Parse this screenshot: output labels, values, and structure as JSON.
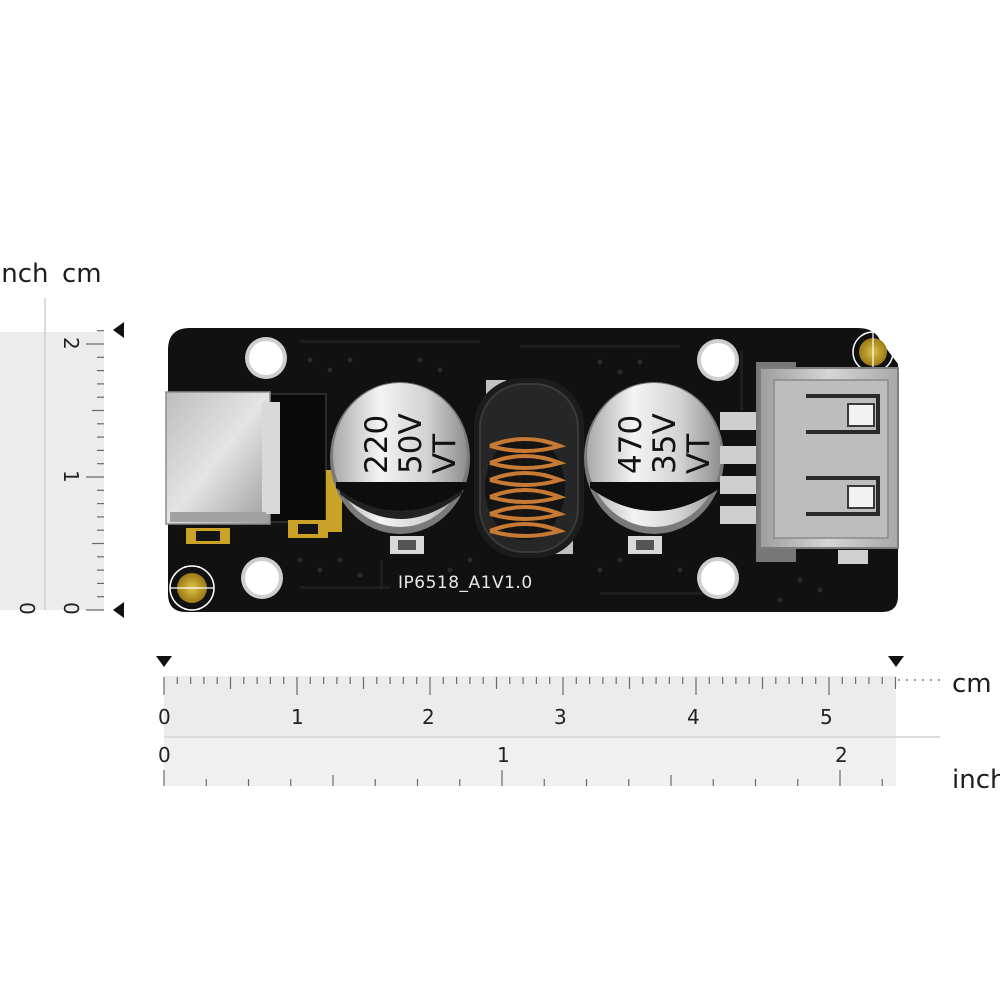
{
  "rulers": {
    "vertical": {
      "unit_inch": "inch",
      "unit_cm": "cm",
      "cm_labels": [
        "2",
        "1",
        "0"
      ],
      "inch_labels": [
        "0"
      ]
    },
    "horizontal": {
      "unit_cm": "cm",
      "unit_inch": "inch",
      "cm_labels": [
        "0",
        "1",
        "2",
        "3",
        "4",
        "5"
      ],
      "inch_labels": [
        "0",
        "1",
        "2"
      ]
    }
  },
  "board": {
    "silkscreen": "IP6518_A1V1.0",
    "capacitor_left": {
      "line1": "220",
      "line2": "50V",
      "line3": "VT"
    },
    "capacitor_right": {
      "line1": "470",
      "line2": "35V",
      "line3": "VT"
    }
  },
  "colors": {
    "pcb": "#111111",
    "ruler_fill": "#ececec",
    "copper_coil": "#c77a34",
    "gold_pad": "#c9a227",
    "capacitor_silver": "#d8d8d8"
  }
}
